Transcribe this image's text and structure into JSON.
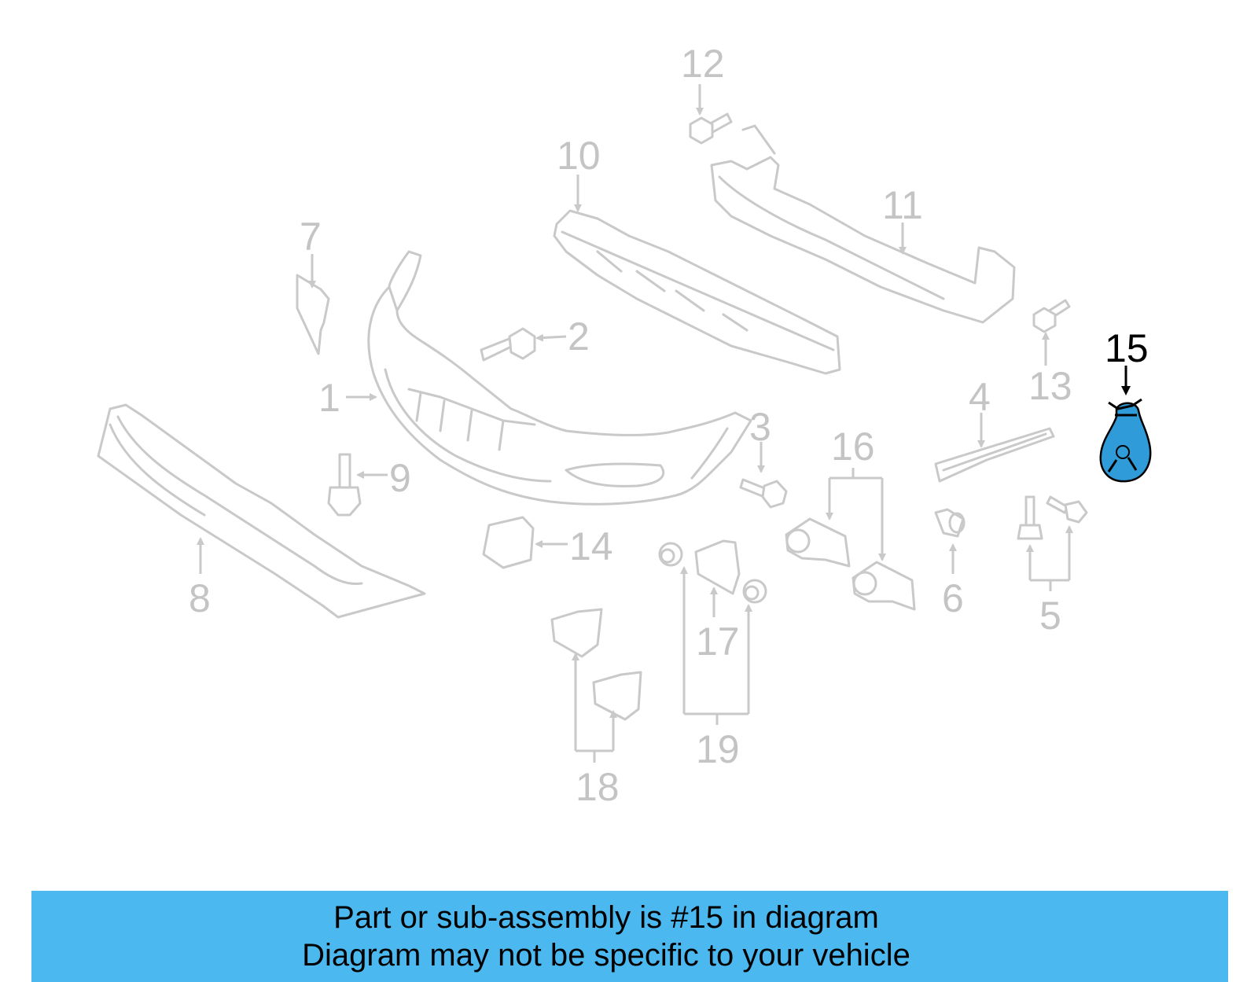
{
  "callouts": {
    "n1": "1",
    "n2": "2",
    "n3": "3",
    "n4": "4",
    "n5": "5",
    "n6": "6",
    "n7": "7",
    "n8": "8",
    "n9": "9",
    "n10": "10",
    "n11": "11",
    "n12": "12",
    "n13": "13",
    "n14": "14",
    "n15": "15",
    "n16": "16",
    "n17": "17",
    "n18": "18",
    "n19": "19"
  },
  "highlight": {
    "part_number": "15",
    "color": "#2f9bd8"
  },
  "banner": {
    "line1": "Part or sub-assembly is #15 in diagram",
    "line2": "Diagram may not be specific to your vehicle",
    "background": "#4bb9f0"
  }
}
